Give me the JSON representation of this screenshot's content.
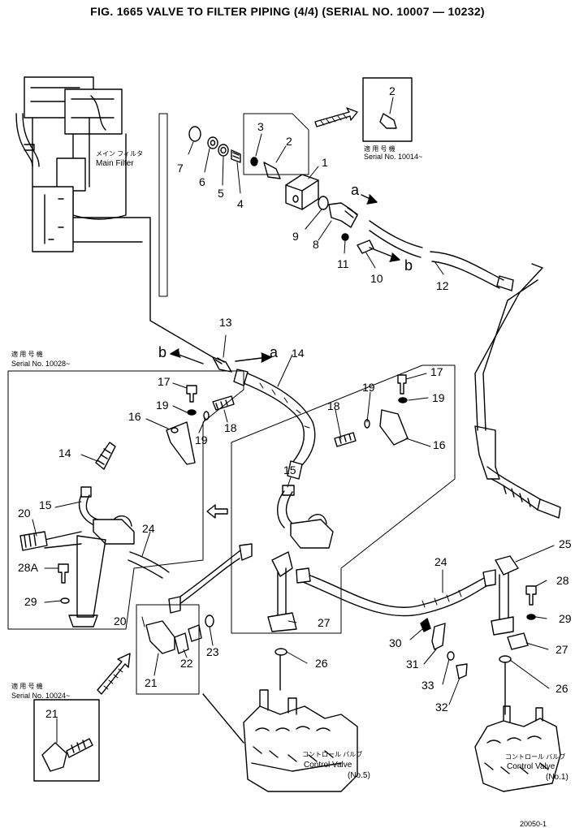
{
  "title": "FIG. 1665  VALVE TO FILTER PIPING (4/4) (SERIAL NO. 10007 — 10232)",
  "serial_notes": {
    "top_right_jp": "適 用 号 機",
    "top_right": "Serial No. 10014~",
    "left_jp": "適 用 号 機",
    "left": "Serial No. 10028~",
    "bottom_left_jp": "適 用 号 機",
    "bottom_left": "Serial No. 10024~"
  },
  "components": {
    "main_filter_jp": "メイン フィルタ",
    "main_filter": "Main Filter",
    "control_valve_left_jp": "コントロール バルブ",
    "control_valve_left": "Control Valve",
    "control_valve_left_no": "(No.5)",
    "control_valve_right_jp": "コントロール バルブ",
    "control_valve_right": "Control Valve",
    "control_valve_right_no": "(No.1)"
  },
  "connection_letters": {
    "a_top": "a",
    "b_top": "b",
    "b_mid": "b",
    "a_mid": "a"
  },
  "part_numbers": {
    "inset2": "2",
    "p1": "1",
    "p2": "2",
    "p3": "3",
    "p4": "4",
    "p5": "5",
    "p6": "6",
    "p7": "7",
    "p8": "8",
    "p9": "9",
    "p10": "10",
    "p11": "11",
    "p12": "12",
    "p13": "13",
    "p14_top": "14",
    "p14_left": "14",
    "p15_left": "15",
    "p15_mid": "15",
    "p16_left": "16",
    "p16_right": "16",
    "p17_left": "17",
    "p17_right": "17",
    "p18_left": "18",
    "p18_right": "18",
    "p19_a": "19",
    "p19_b": "19",
    "p19_c": "19",
    "p19_d": "19",
    "p20_left": "20",
    "p20_mid": "20",
    "p21": "21",
    "p21_inset": "21",
    "p22": "22",
    "p23": "23",
    "p24_left": "24",
    "p24_right": "24",
    "p25": "25",
    "p26_left": "26",
    "p26_right": "26",
    "p27_mid": "27",
    "p27_right": "27",
    "p28": "28",
    "p28A": "28A",
    "p29_left": "29",
    "p29_right": "29",
    "p30": "30",
    "p31": "31",
    "p32": "32",
    "p33": "33"
  },
  "drawing_code": "20050-1"
}
